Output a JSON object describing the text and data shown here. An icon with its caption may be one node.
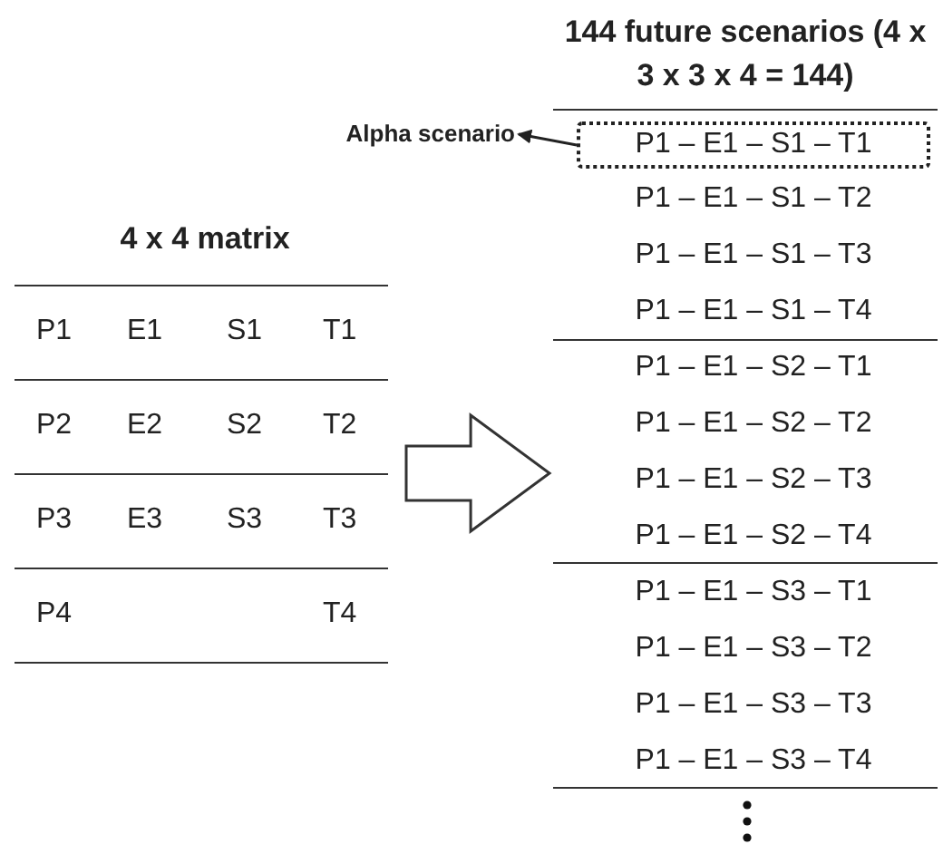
{
  "diagram": {
    "nodes": [
      {
        "text": [
          "4 x 4 matrix"
        ]
      },
      {
        "text": [
          "144 future scenarios (4 x 3 x 3 x 4 = 144)"
        ]
      },
      {
        "text": [
          "Alpha scenario"
        ]
      },
      {
        "text": [
          "P1 – E1 – S1 – T1"
        ],
        "in": 1
      }
    ],
    "edges": [
      {
        "from": 0,
        "to": 1,
        "arrow": "to"
      },
      {
        "from": 3,
        "to": 2,
        "arrow": "to"
      }
    ],
    "labels": [
      "P1",
      "E1",
      "S1",
      "T1",
      "P2",
      "E2",
      "S2",
      "T2",
      "P3",
      "E3",
      "S3",
      "T3",
      "P4",
      "T4",
      "P1 – E1 – S1 – T2",
      "P1 – E1 – S1 – T3",
      "P1 – E1 – S1 – T4",
      "P1 – E1 – S2 – T1",
      "P1 – E1 – S2 – T2",
      "P1 – E1 – S2 – T3",
      "P1 – E1 – S2 – T4",
      "P1 – E1 – S3 – T1",
      "P1 – E1 – S3 – T2",
      "P1 – E1 – S3 – T3",
      "P1 – E1 – S3 – T4"
    ]
  }
}
